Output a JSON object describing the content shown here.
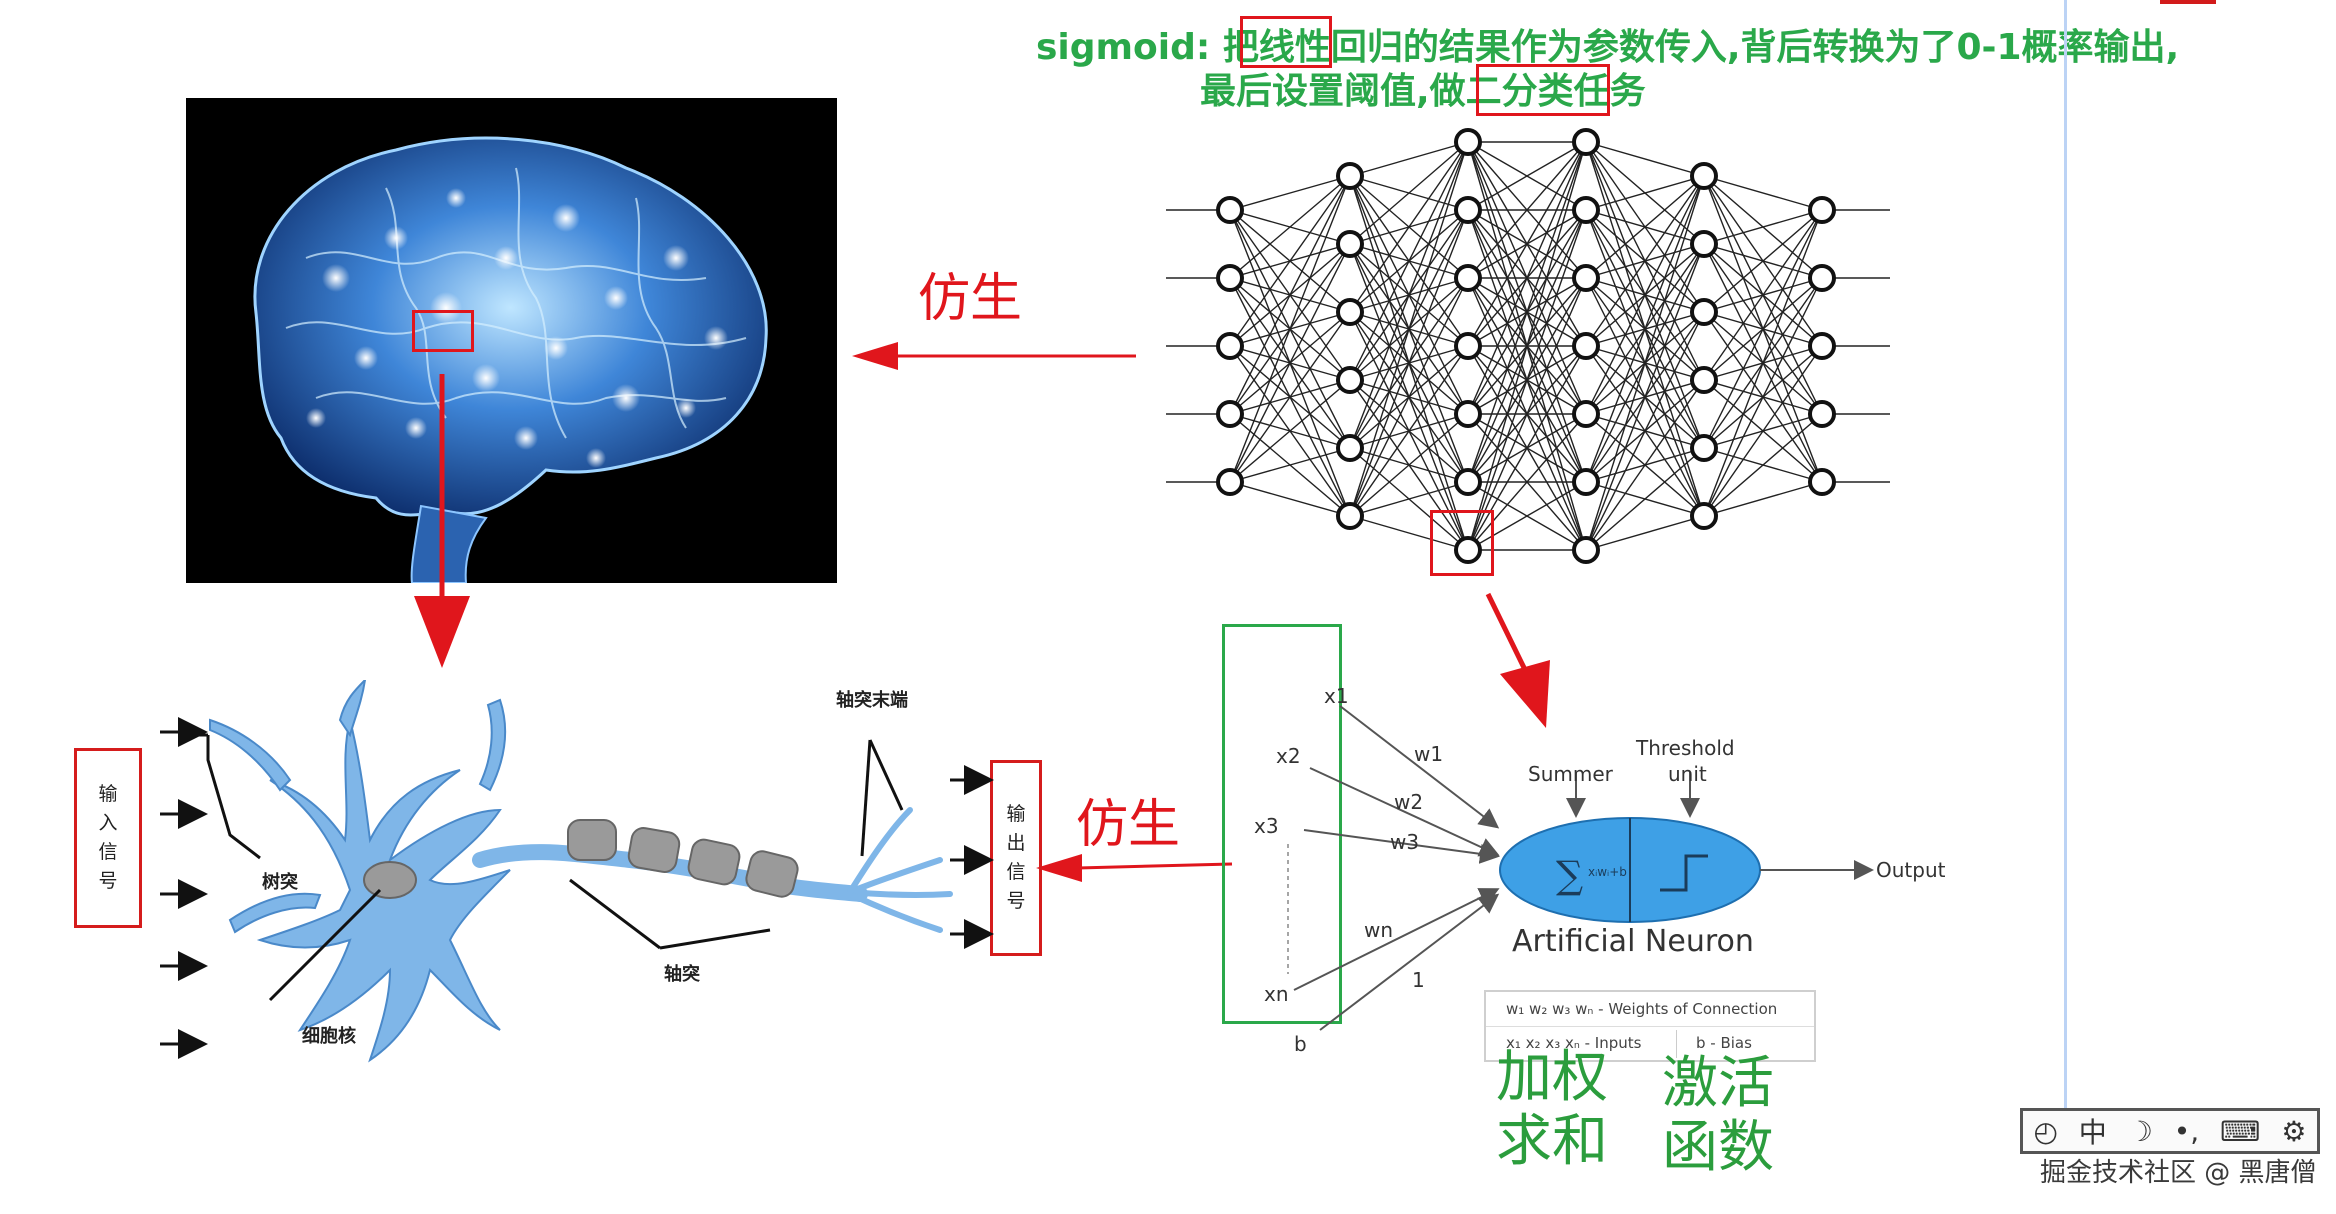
{
  "top_annotation": {
    "line1": "sigmoid:  把线性回归的结果作为参数传入,背后转换为了0-1概率输出,",
    "line2": "最后设置阈值,做二分类任务"
  },
  "arrows": {
    "imitate_top": "仿生",
    "imitate_mid": "仿生"
  },
  "bio_neuron": {
    "input_signal": [
      "输",
      "入",
      "信",
      "号"
    ],
    "output_signal": [
      "输",
      "出",
      "信",
      "号"
    ],
    "dendrite": "树突",
    "nucleus": "细胞核",
    "axon": "轴突",
    "axon_terminal": "轴突末端"
  },
  "artificial_neuron": {
    "inputs": [
      "x1",
      "x2",
      "x3",
      "xn"
    ],
    "bias": "b",
    "weights": [
      "w1",
      "w2",
      "w3",
      "wn"
    ],
    "bias_weight": "1",
    "summer": "Summer",
    "threshold": "Threshold",
    "threshold_unit": "unit",
    "output": "Output",
    "title": "Artificial Neuron",
    "legend_line1": "w₁ w₂ w₃ wₙ - Weights of Connection",
    "legend_line2a": "x₁ x₂ x₃ xₙ - Inputs",
    "legend_line2b": "b - Bias",
    "weighted_sum": [
      "加权",
      "求和"
    ],
    "activation": [
      "激活",
      "函数"
    ]
  },
  "network": {
    "layers": [
      5,
      6,
      7,
      7,
      6,
      5
    ]
  },
  "ime_toolbar": {
    "lang": "中"
  },
  "watermark": "掘金技术社区 @ 黑唐僧",
  "colors": {
    "red": "#e0161c",
    "green": "#2aa84a",
    "neuron_blue": "#3ea0e6"
  }
}
